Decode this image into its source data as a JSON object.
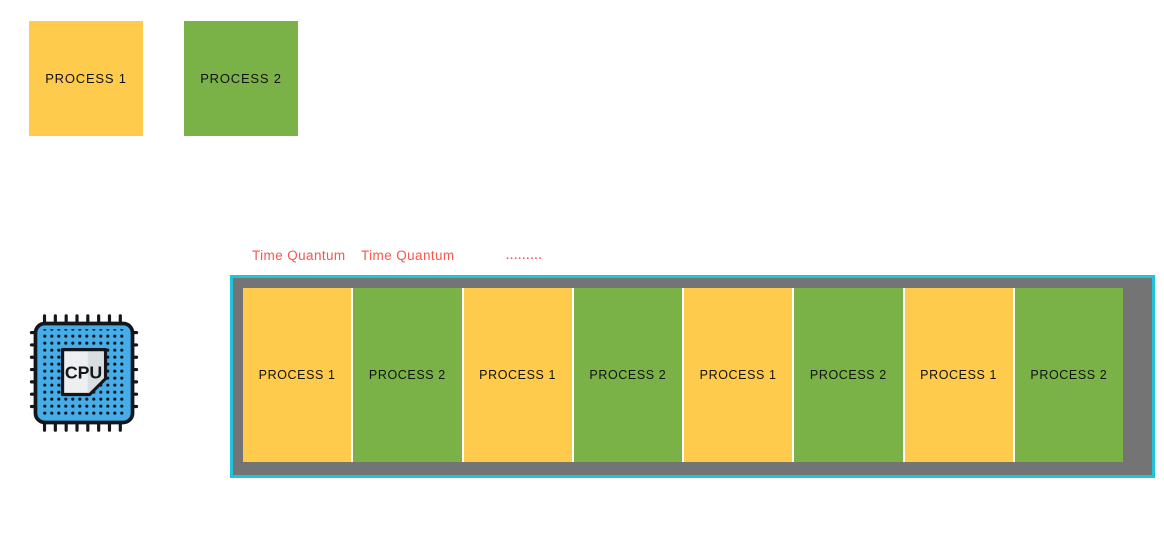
{
  "palette": {
    "process1_color": "#FECB4D",
    "process2_color": "#7AB248",
    "timeline_track_color": "#747474",
    "timeline_border_color": "#1FC3DB",
    "annotation_color": "#F7574E",
    "cpu_body_color": "#45AEE9",
    "cpu_plate_color": "#EDEFF0"
  },
  "legend": {
    "process1_label": "PROCESS 1",
    "process2_label": "PROCESS 2"
  },
  "cpu": {
    "label": "CPU"
  },
  "timeline": {
    "annotations": [
      "Time Quantum",
      "Time Quantum",
      "........."
    ],
    "slots": [
      {
        "label": "PROCESS 1",
        "color": "yellow"
      },
      {
        "label": "PROCESS 2",
        "color": "green"
      },
      {
        "label": "PROCESS 1",
        "color": "yellow"
      },
      {
        "label": "PROCESS 2",
        "color": "green"
      },
      {
        "label": "PROCESS 1",
        "color": "yellow"
      },
      {
        "label": "PROCESS 2",
        "color": "green"
      },
      {
        "label": "PROCESS 1",
        "color": "yellow"
      },
      {
        "label": "PROCESS 2",
        "color": "green"
      }
    ]
  }
}
